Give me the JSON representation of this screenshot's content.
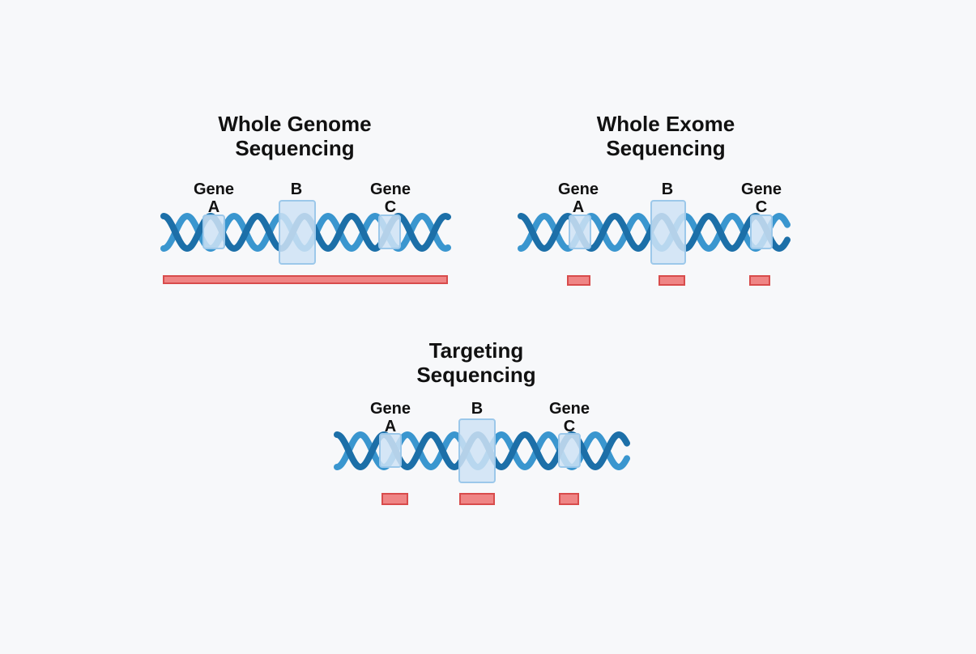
{
  "panels": {
    "wgs": {
      "title_line1": "Whole Genome",
      "title_line2": "Sequencing",
      "gene_a_line1": "Gene",
      "gene_a_line2": "A",
      "gene_b": "B",
      "gene_c_line1": "Gene",
      "gene_c_line2": "C"
    },
    "wes": {
      "title_line1": "Whole Exome",
      "title_line2": "Sequencing",
      "gene_a_line1": "Gene",
      "gene_a_line2": "A",
      "gene_b": "B",
      "gene_c_line1": "Gene",
      "gene_c_line2": "C"
    },
    "targeted": {
      "title_line1": "Targeting",
      "title_line2": "Sequencing",
      "gene_a_line1": "Gene",
      "gene_a_line2": "A",
      "gene_b": "B",
      "gene_c_line1": "Gene",
      "gene_c_line2": "C"
    }
  },
  "colors": {
    "background": "#f7f8fa",
    "dna_strand_dark": "#1c6fa8",
    "dna_strand_light": "#3a96cf",
    "gene_box_fill": "#cfe3f4",
    "gene_box_stroke": "#9cc8ea",
    "read_fill": "#ef8585",
    "read_stroke": "#d84c4c"
  }
}
